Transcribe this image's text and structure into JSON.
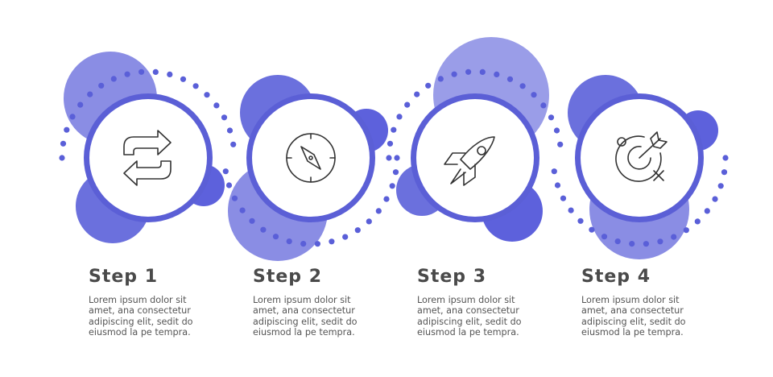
{
  "colors": {
    "blob_dark": "#6b70dd",
    "blob_mid": "#8a8de4",
    "blob_light": "#9a9de8",
    "ring": "#5b5fd6",
    "dots": "#5a5fd8",
    "icon_stroke": "#333333",
    "title": "#4a4a4a",
    "body": "#555555"
  },
  "steps": [
    {
      "title": "Step 1",
      "icon": "refresh-arrows-icon",
      "lines": [
        "Lorem ipsum dolor sit",
        "amet, ana consectetur",
        "adipiscing elit, sedit do",
        "eiusmod la pe tempra."
      ]
    },
    {
      "title": "Step 2",
      "icon": "compass-icon",
      "lines": [
        "Lorem ipsum dolor sit",
        "amet, ana consectetur",
        "adipiscing elit, sedit do",
        "eiusmod la pe tempra."
      ]
    },
    {
      "title": "Step 3",
      "icon": "rocket-icon",
      "lines": [
        "Lorem ipsum dolor sit",
        "amet, ana consectetur",
        "adipiscing elit, sedit do",
        "eiusmod la pe tempra."
      ]
    },
    {
      "title": "Step 4",
      "icon": "target-arrow-icon",
      "lines": [
        "Lorem ipsum dolor sit",
        "amet, ana consectetur",
        "adipiscing elit, sedit do",
        "eiusmod la pe tempra."
      ]
    }
  ]
}
